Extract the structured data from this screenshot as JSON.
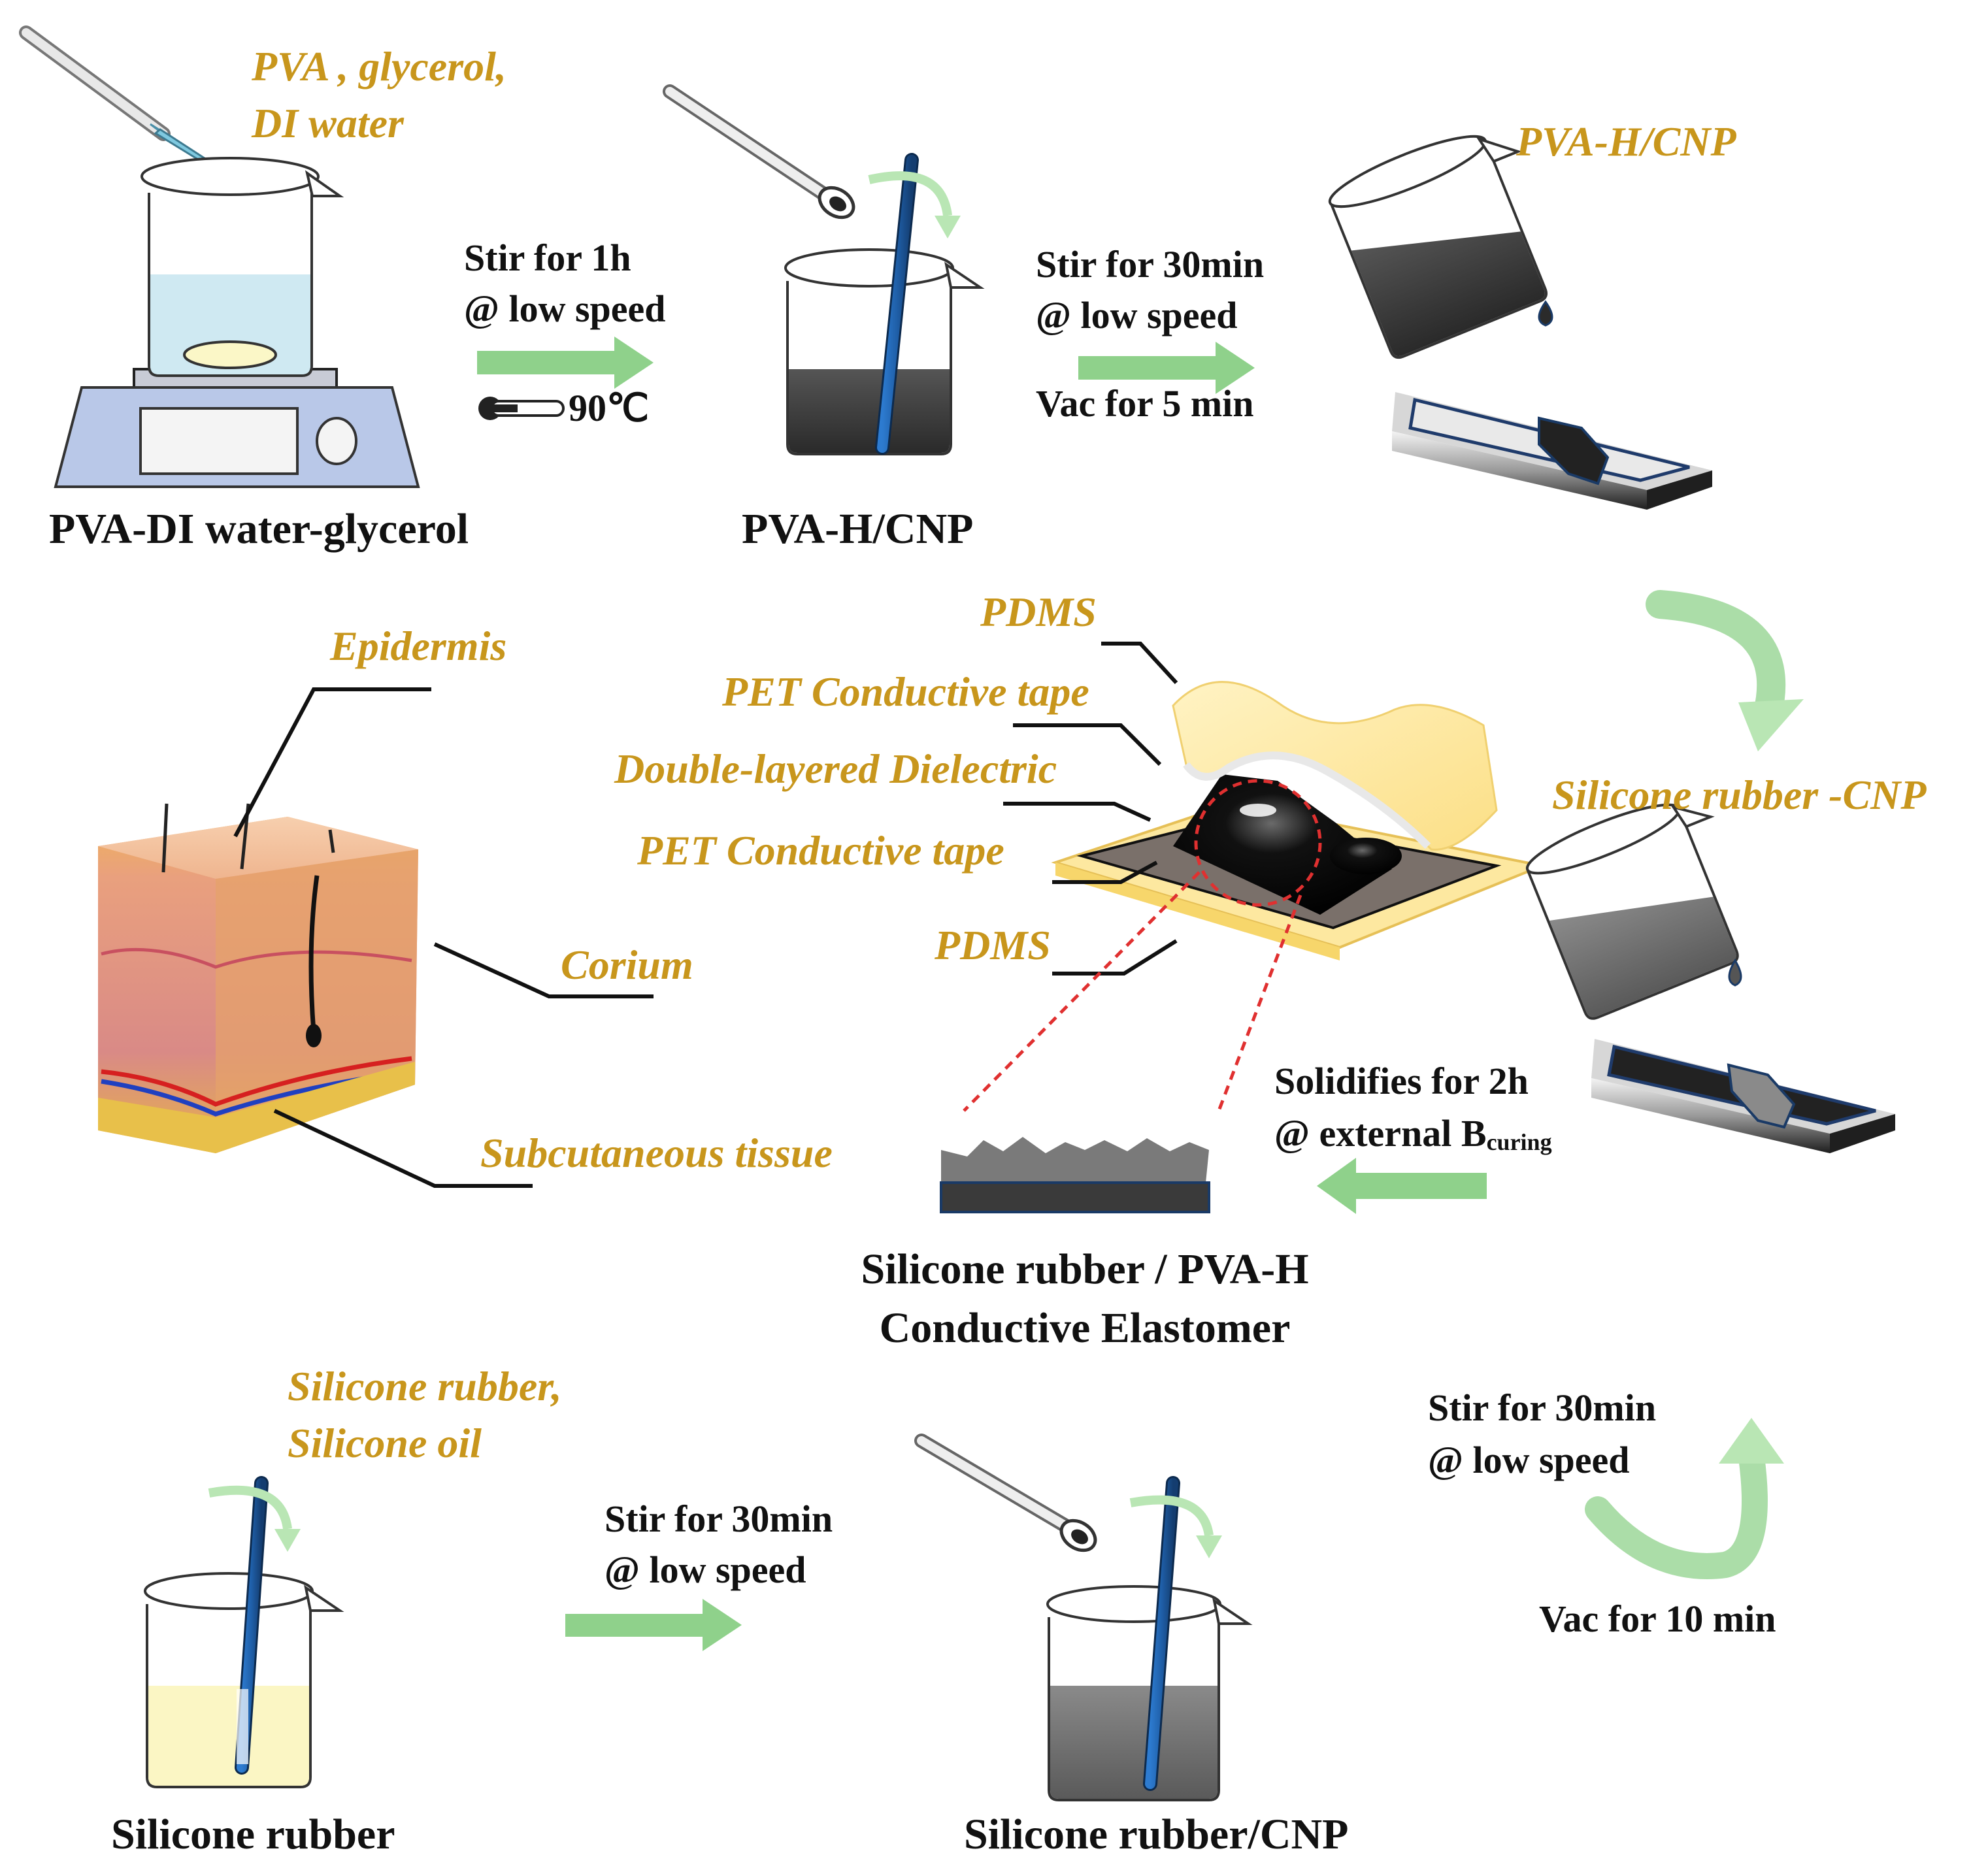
{
  "colors": {
    "label_gold": "#c8961c",
    "arrow_green": "#8fd18b",
    "rod_blue": "#1f5fa8",
    "liquid_dark": "#3a3a3a",
    "water_blue": "#cfe9f2",
    "silicone_yellow": "#fbf6c4",
    "pdms_yellow": "#fde8a0"
  },
  "labels": {
    "pva_glycerol_line1": "PVA , glycerol,",
    "pva_glycerol_line2": "DI water",
    "pva_h_cnp_top": "PVA-H/CNP",
    "epidermis": "Epidermis",
    "corium": "Corium",
    "subcutaneous": "Subcutaneous tissue",
    "pdms_top": "PDMS",
    "pet_tape_top": "PET Conductive tape",
    "dielectric": "Double-layered Dielectric",
    "pet_tape_bottom": "PET Conductive tape",
    "pdms_bottom": "PDMS",
    "silicone_cnp_label": "Silicone rubber -CNP",
    "silicone_oil_line1": "Silicone rubber,",
    "silicone_oil_line2": "Silicone oil"
  },
  "steps": {
    "step1_line1": "Stir for 1h",
    "step1_line2": "@ low speed",
    "step1_temp": "90℃",
    "step2_line1": "Stir for 30min",
    "step2_line2": "@ low speed",
    "step2_line3": "Vac for 5 min",
    "solidify_line1": "Solidifies for 2h",
    "solidify_line2_prefix": "@ external B",
    "solidify_line2_sub": "curing",
    "step_bottom_line1": "Stir for 30min",
    "step_bottom_line2": "@ low speed",
    "cycle_line1": "Stir for 30min",
    "cycle_line2": "@ low speed",
    "cycle_line3": "Vac for 10 min"
  },
  "captions": {
    "pva_di_water": "PVA-DI water-glycerol",
    "pva_h_cnp": "PVA-H/CNP",
    "elastomer_line1": "Silicone rubber / PVA-H",
    "elastomer_line2": "Conductive Elastomer",
    "silicone_rubber": "Silicone rubber",
    "silicone_rubber_cnp": "Silicone rubber/CNP"
  },
  "icons": {
    "pipette": "pipette-icon",
    "spatula": "spatula-icon",
    "stir_rod": "stir-rod-icon",
    "thermometer": "thermometer-icon",
    "hotplate": "hotplate-icon",
    "beaker": "beaker-icon",
    "mold": "mold-tray-icon",
    "skin": "skin-cross-section-icon",
    "sensor": "layered-sensor-icon"
  }
}
